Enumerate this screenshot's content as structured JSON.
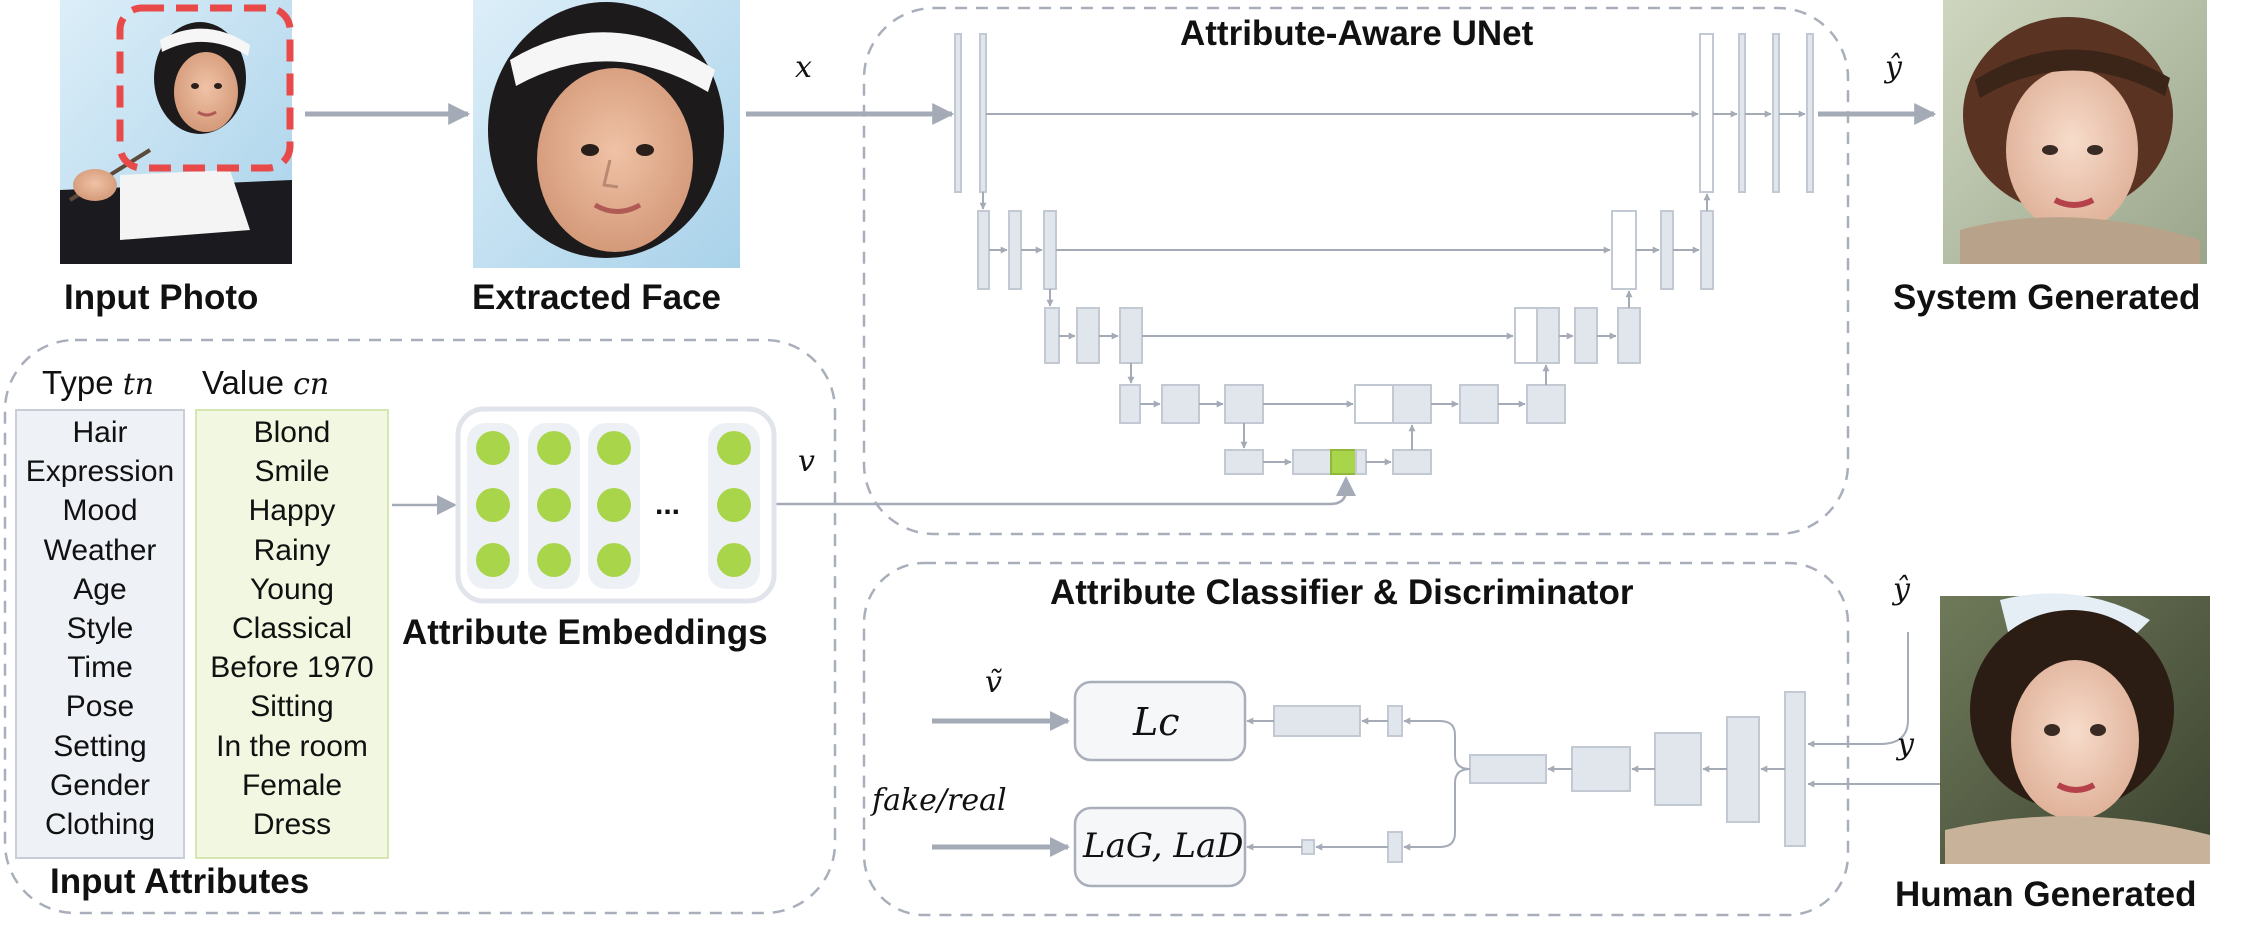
{
  "captions": {
    "input_photo": "Input Photo",
    "extracted_face": "Extracted Face",
    "system_generated": "System Generated",
    "human_generated": "Human Generated",
    "input_attributes": "Input Attributes",
    "attribute_embeddings": "Attribute Embeddings"
  },
  "titles": {
    "unet": "Attribute-Aware UNet",
    "classifier": "Attribute Classifier & Discriminator"
  },
  "math_labels": {
    "x": "x",
    "y_hat_top": "ŷ",
    "v": "v",
    "y_hat_right": "ŷ",
    "y": "y",
    "v_tilde": "ṽ",
    "fake_real": "fake/real"
  },
  "losses": {
    "classification": "Lc",
    "adversarial": "LaG, LaD"
  },
  "attributes": {
    "type_header": "Type",
    "type_symbol": "tn",
    "value_header": "Value",
    "value_symbol": "cn",
    "types": [
      "Hair",
      "Expression",
      "Mood",
      "Weather",
      "Age",
      "Style",
      "Time",
      "Pose",
      "Setting",
      "Gender",
      "Clothing"
    ],
    "values": [
      "Blond",
      "Smile",
      "Happy",
      "Rainy",
      "Young",
      "Classical",
      "Before 1970",
      "Sitting",
      "In the room",
      "Female",
      "Dress"
    ]
  },
  "embeddings": {
    "ellipsis": "...",
    "dot_color": "#a8d54a"
  },
  "colors": {
    "block_fill": "#e1e5ec",
    "block_stroke": "#c3c9d3",
    "arrow": "#a4abb7",
    "dashed_border": "#a9afba",
    "type_column_fill": "#eef1f6",
    "value_column_fill": "#f1f7e1",
    "crop_box": "#e84a4a",
    "bottleneck_accent": "#a8d54a"
  }
}
